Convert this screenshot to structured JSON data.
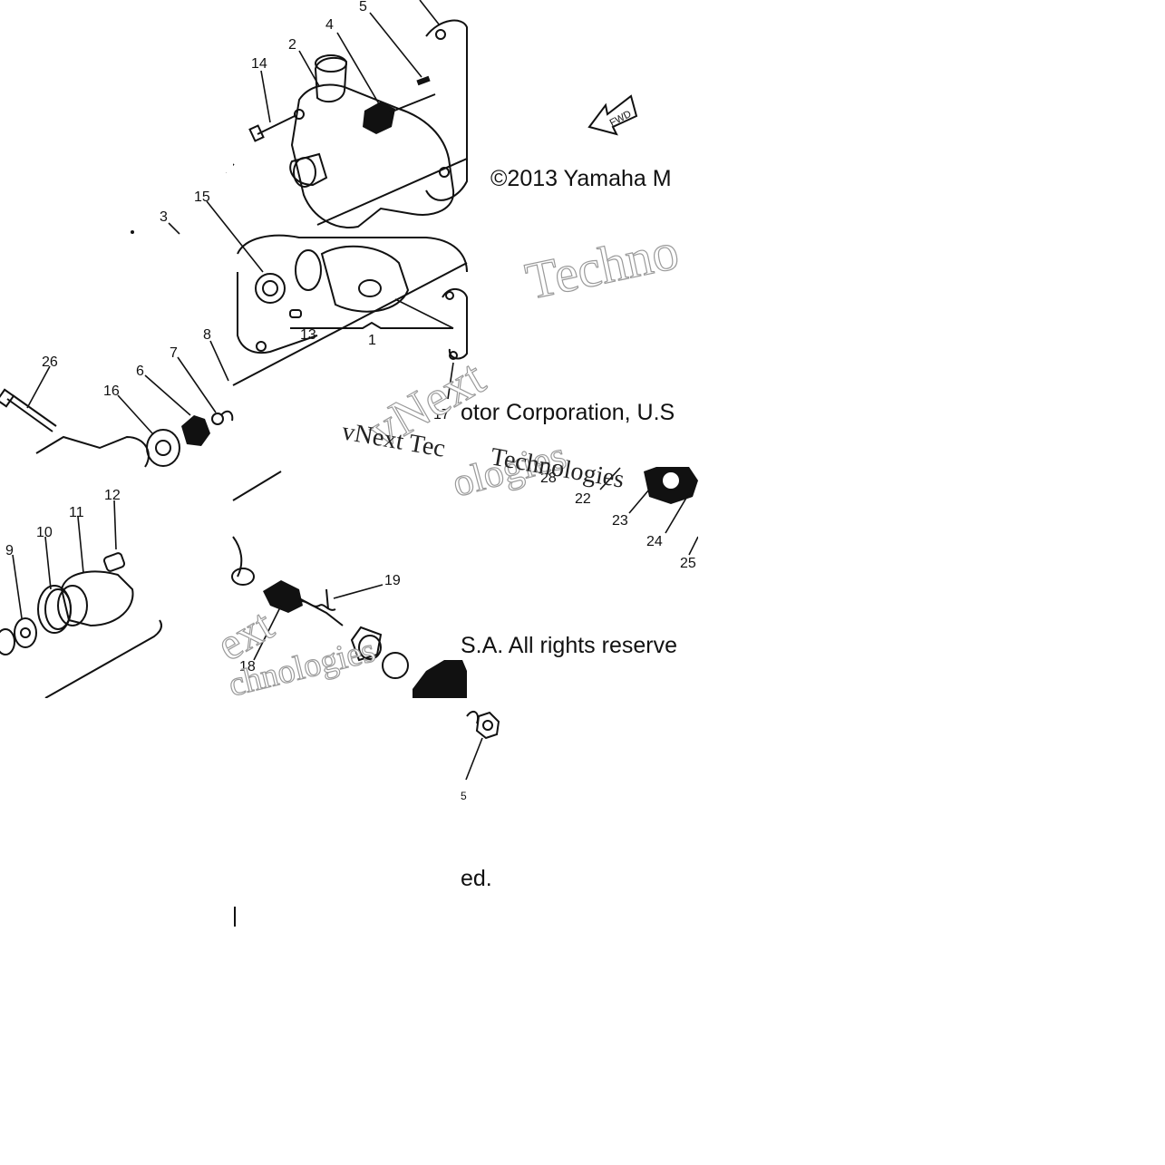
{
  "copyright": {
    "line1": "©2013 Yamaha M",
    "line2": "otor Corporation, U.S",
    "line3": "S.A. All rights reserve",
    "line4": "ed."
  },
  "watermark": {
    "text_a": "Techno",
    "text_b": "vNext Tec",
    "text_c": "Technologies",
    "text_d": "vNext",
    "text_e": "ext",
    "text_f": "ologies",
    "text_g": "chnologies"
  },
  "fwd_label": "FWD",
  "callouts": [
    "1",
    "2",
    "3",
    "4",
    "5",
    "6",
    "7",
    "8",
    "9",
    "10",
    "11",
    "12",
    "13",
    "14",
    "15",
    "16",
    "17",
    "18",
    "19",
    "22",
    "23",
    "24",
    "25",
    "26",
    "28"
  ],
  "icons": {
    "fwd_arrow": "fwd-arrow-icon"
  }
}
